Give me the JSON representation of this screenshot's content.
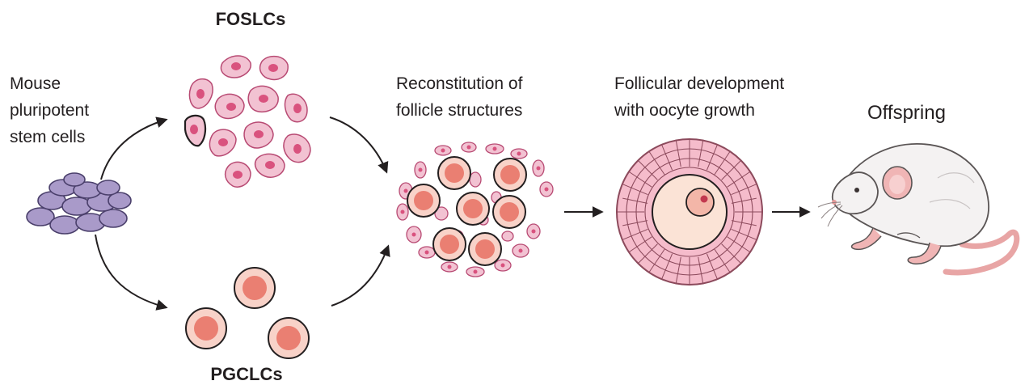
{
  "labels": {
    "foslcs": "FOSLCs",
    "pgclcs": "PGCLCs",
    "mouse_line1": "Mouse",
    "mouse_line2": "pluripotent",
    "mouse_line3": "stem cells",
    "reconstitution_line1": "Reconstitution of",
    "reconstitution_line2": "follicle structures",
    "follicular_line1": "Follicular development",
    "follicular_line2": "with oocyte growth",
    "offspring": "Offspring"
  },
  "colors": {
    "stem_cell_fill": "#a99ac9",
    "stem_cell_stroke": "#4a3f6b",
    "foslc_fill": "#f2c2d2",
    "foslc_nucleus": "#d9527e",
    "foslc_stroke": "#b84a73",
    "pgclc_fill": "#f8d2c8",
    "pgclc_nucleus": "#ea7f72",
    "granulosa_fill": "#f5bccb",
    "granulosa_stroke": "#8c4a5c",
    "oocyte_fill": "#fbe3d6",
    "mouse_body": "#f4f2f2",
    "mouse_pink": "#f0b5b5",
    "arrow": "#231f20",
    "text": "#231f20"
  }
}
